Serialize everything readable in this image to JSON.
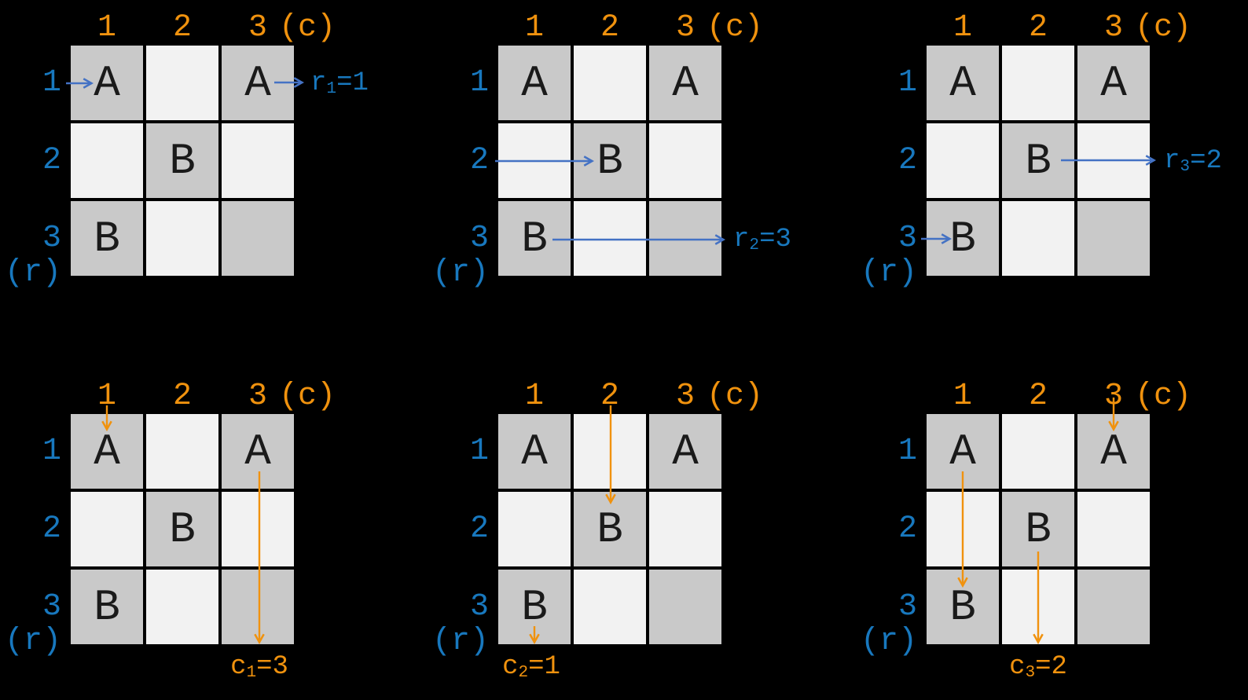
{
  "palette": {
    "background": "#000000",
    "cell_shaded": "#c9c9c9",
    "cell_plain": "#f2f2f2",
    "letter": "#1a1a1a",
    "orange": "#f0920e",
    "blue_text": "#1878be",
    "blue_arrow": "#4472c4"
  },
  "grid": {
    "col_headers": [
      "1",
      "2",
      "3"
    ],
    "col_suffix": "(c)",
    "row_labels": [
      "1",
      "2",
      "3"
    ],
    "row_suffix": "(r)",
    "cells": [
      [
        "A",
        "",
        "A"
      ],
      [
        "",
        "B",
        ""
      ],
      [
        "B",
        "",
        ""
      ]
    ],
    "shaded_cells": [
      [
        true,
        false,
        true
      ],
      [
        false,
        true,
        false
      ],
      [
        true,
        false,
        true
      ]
    ]
  },
  "panels": [
    {
      "position": "top-left",
      "annotation": {
        "var": "r",
        "sub": "1",
        "rest": "=1"
      },
      "arrows": [
        {
          "color": "blue",
          "description": "from row label 1 to A in cell r1c1"
        },
        {
          "color": "blue",
          "description": "from A in cell r1c3 to label r1=1"
        }
      ]
    },
    {
      "position": "top-middle",
      "annotation": {
        "var": "r",
        "sub": "2",
        "rest": "=3"
      },
      "arrows": [
        {
          "color": "blue",
          "description": "from row label 2 to B in cell r2c2"
        },
        {
          "color": "blue",
          "description": "from B in cell r3c1 rightward out of grid to label r2=3"
        }
      ]
    },
    {
      "position": "top-right",
      "annotation": {
        "var": "r",
        "sub": "3",
        "rest": "=2"
      },
      "arrows": [
        {
          "color": "blue",
          "description": "from B in cell r2c2 rightward out of grid to label r3=2"
        },
        {
          "color": "blue",
          "description": "from row label 3 to B in cell r3c1"
        }
      ]
    },
    {
      "position": "bottom-left",
      "annotation": {
        "var": "c",
        "sub": "1",
        "rest": "=3"
      },
      "arrows": [
        {
          "color": "orange",
          "description": "from column header 1 down to A in cell r1c1"
        },
        {
          "color": "orange",
          "description": "from A in cell r1c3 down out of grid to label c1=3"
        }
      ]
    },
    {
      "position": "bottom-middle",
      "annotation": {
        "var": "c",
        "sub": "2",
        "rest": "=1"
      },
      "arrows": [
        {
          "color": "orange",
          "description": "from column header 2 down to B in cell r2c2"
        },
        {
          "color": "orange",
          "description": "from B in cell r3c1 down out of grid to label c2=1"
        }
      ]
    },
    {
      "position": "bottom-right",
      "annotation": {
        "var": "c",
        "sub": "3",
        "rest": "=2"
      },
      "arrows": [
        {
          "color": "orange",
          "description": "from column header 3 down to A in cell r1c3"
        },
        {
          "color": "orange",
          "description": "from A in cell r1c1 down to B in cell r3c1"
        },
        {
          "color": "orange",
          "description": "from B in cell r2c2 down out of grid to label c3=2"
        }
      ]
    }
  ]
}
